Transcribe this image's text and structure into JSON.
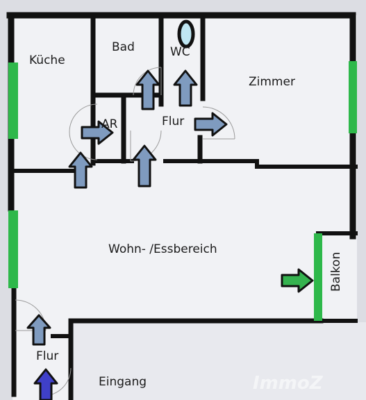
{
  "rooms": {
    "kueche": "Küche",
    "bad": "Bad",
    "wc": "WC",
    "zimmer": "Zimmer",
    "ar": "AR",
    "flur_upper": "Flur",
    "wohn": "Wohn- /Essbereich",
    "balkon": "Balkon",
    "flur_lower": "Flur",
    "eingang": "Eingang"
  },
  "watermark": "ImmoZ",
  "colors": {
    "background": "#dcdde3",
    "floor": "#f1f2f5",
    "wall": "#111111",
    "window": "#2eb84a",
    "arrow_door": "#7f9bbf",
    "arrow_entry": "#3f40c9",
    "arrow_balcony": "#35b34f",
    "fixture": "#bfe6f2"
  },
  "icons": {
    "door_arrow": "door-arrow-icon",
    "entry_arrow": "entry-arrow-icon",
    "balcony_arrow": "balcony-arrow-icon",
    "toilet": "toilet-icon"
  }
}
